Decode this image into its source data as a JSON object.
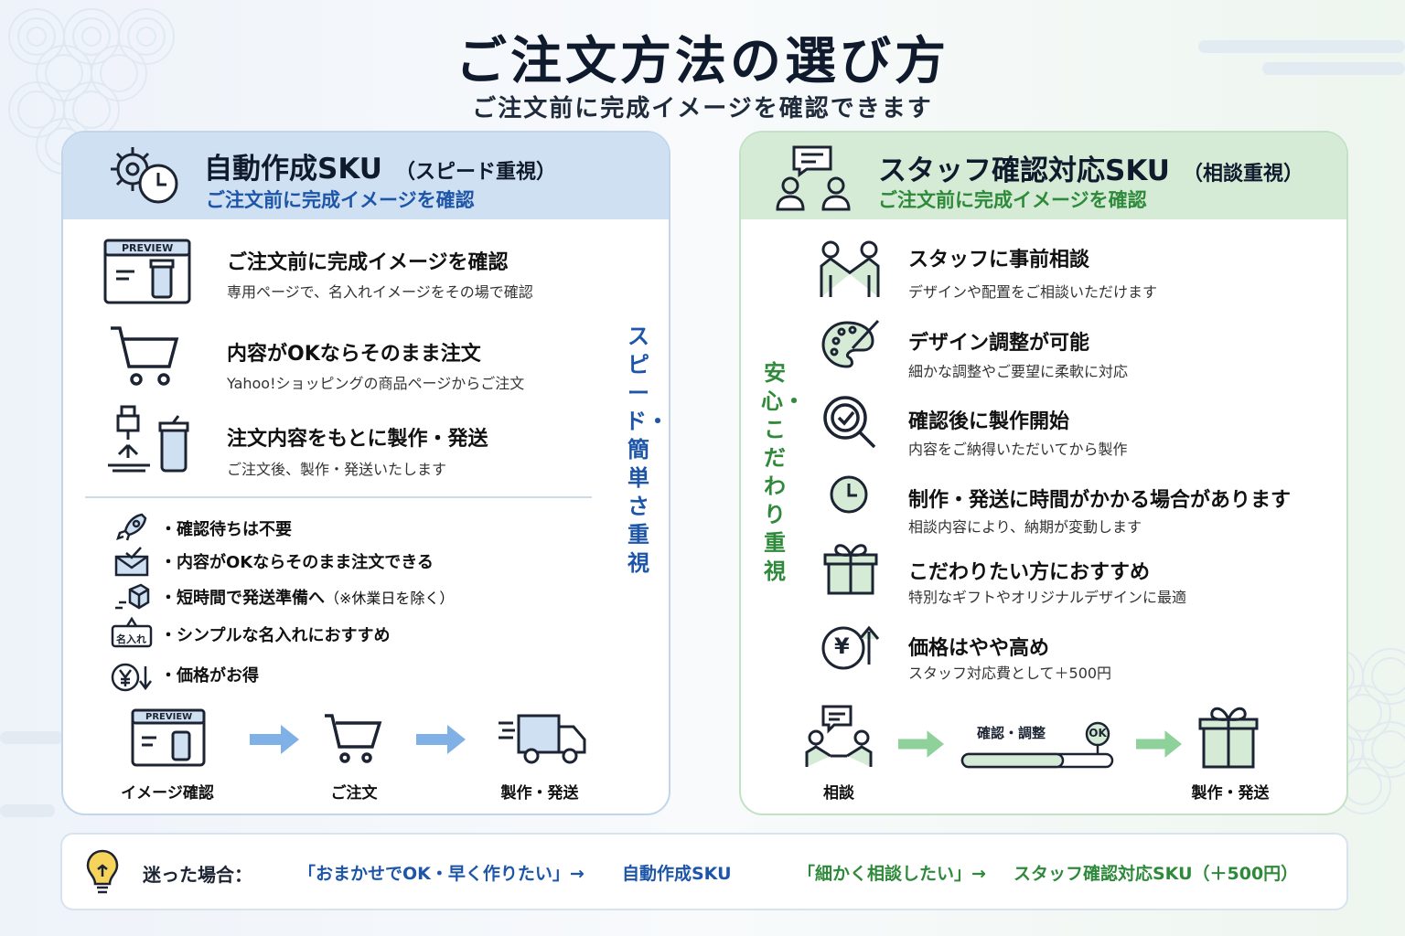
{
  "title": "ご注文方法の選び方",
  "subtitle": "ご注文前に完成イメージを確認できます",
  "left": {
    "title": "自動作成SKU",
    "title_note": "（スピード重視）",
    "subtitle": "ご注文前に完成イメージを確認",
    "preview_badge": "PREVIEW",
    "features": [
      {
        "h": "ご注文前に完成イメージを確認",
        "d": "専用ページで、名入れイメージをその場で確認"
      },
      {
        "h": "内容がOKならそのまま注文",
        "d": "Yahoo!ショッピングの商品ページからご注文"
      },
      {
        "h": "注文内容をもとに製作・発送",
        "d": "ご注文後、製作・発送いたします"
      }
    ],
    "bullets": [
      "・確認待ちは不要",
      "・内容がOKならそのまま注文できる",
      "・短時間で発送準備へ",
      "・シンプルな名入れにおすすめ",
      "・価格がお得"
    ],
    "bullet3_note": "（※休業日を除く）",
    "nameplate": "名入れ",
    "vertical": "スピード・簡単さ重視",
    "flow": [
      "イメージ確認",
      "ご注文",
      "製作・発送"
    ]
  },
  "right": {
    "title": "スタッフ確認対応SKU",
    "title_note": "（相談重視）",
    "subtitle": "ご注文前に完成イメージを確認",
    "features": [
      {
        "h": "スタッフに事前相談",
        "d": "デザインや配置をご相談いただけます"
      },
      {
        "h": "デザイン調整が可能",
        "d": "細かな調整やご要望に柔軟に対応"
      },
      {
        "h": "確認後に製作開始",
        "d": "内容をご納得いただいてから製作"
      },
      {
        "h": "制作・発送に時間がかかる場合があります",
        "d": "相談内容により、納期が変動します"
      },
      {
        "h": "こだわりたい方におすすめ",
        "d": "特別なギフトやオリジナルデザインに最適"
      },
      {
        "h": "価格はやや高め",
        "d": "スタッフ対応費として＋500円"
      }
    ],
    "vertical": "安心・こだわり重視",
    "flow": [
      "相談",
      "製作・発送"
    ],
    "progress_label": "確認・調整",
    "ok": "OK",
    "yen": "¥"
  },
  "footer": {
    "label": "迷った場合：",
    "opt1": "「おまかせでOK・早く作りたい」→",
    "opt1_target": "自動作成SKU",
    "opt2": "「細かく相談したい」→",
    "opt2_target": "スタッフ確認対応SKU（＋500円）"
  },
  "colors": {
    "blue": "#1d55a8",
    "green": "#2e8a3a",
    "blue_panel": "#cfe0f2",
    "green_panel": "#d5ebd5",
    "arrow_blue": "#7fb0e6",
    "arrow_green": "#8fd19a"
  }
}
